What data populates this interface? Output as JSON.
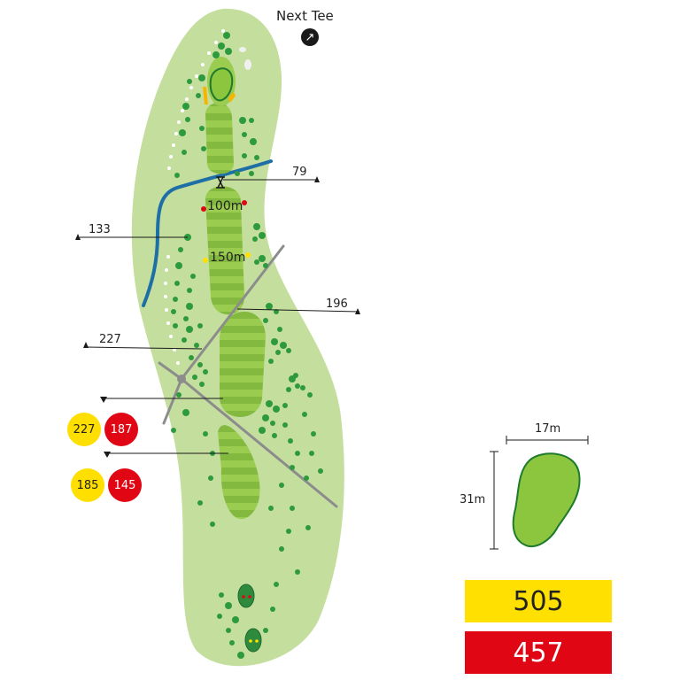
{
  "next_tee": {
    "label": "Next Tee",
    "icon": "arrow-up-right-icon"
  },
  "distances": {
    "d79": "79",
    "d133": "133",
    "d196": "196",
    "d227": "227",
    "green_100": "100m",
    "green_150": "150m"
  },
  "layup_markers": [
    {
      "yellow": "227",
      "red": "187"
    },
    {
      "yellow": "185",
      "red": "145"
    }
  ],
  "green_detail": {
    "width": "17m",
    "depth": "31m"
  },
  "hole_length": {
    "yellow": "505",
    "red": "457"
  },
  "colors": {
    "rough": "#c4de9e",
    "fairway": "#9acc4f",
    "fairway_stripe": "#82b83f",
    "green": "#8cc63f",
    "water": "#1d6fa5",
    "tree": "#2e9a3e",
    "path": "#8c8c8c",
    "yellow_tee": "#ffe000",
    "red_tee": "#e10613"
  }
}
